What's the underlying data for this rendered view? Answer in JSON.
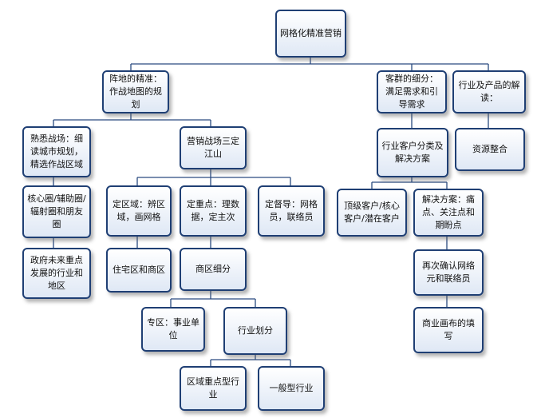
{
  "nodes": {
    "root": "网格化精准营销",
    "position_planning": "阵地的精准：作战地图的规划",
    "customer_segment": "客群的细分：满足需求和引导需求",
    "industry_product": "行业及产品的解读：",
    "familiar_battlefield": "熟悉战场：细读城市规划，精选作战区域",
    "marketing_three": "营销战场三定江山",
    "industry_classify": "行业客户分类及解决方案",
    "resource_integration": "资源整合",
    "core_circle": "核心圈/辅助圈/辐射圈和朋友圈",
    "define_area": "定区域：辨区域，画网格",
    "define_focus": "定重点：理数据，定主次",
    "define_supervisor": "定督导：网格员，联络员",
    "top_customer": "顶级客户/核心客户/潜在客户",
    "solution": "解决方案：痛点、关注点和期盼点",
    "gov_future": "政府未来重点发展的行业和地区",
    "residential_commercial": "住宅区和商区",
    "business_subdivide": "商区细分",
    "reconfirm": "再次确认网络元和联络员",
    "dedicated_area": "专区：事业单位",
    "industry_division": "行业划分",
    "canvas_fill": "商业画布的填写",
    "regional_key_industry": "区域重点型行业",
    "general_industry": "一般型行业"
  }
}
